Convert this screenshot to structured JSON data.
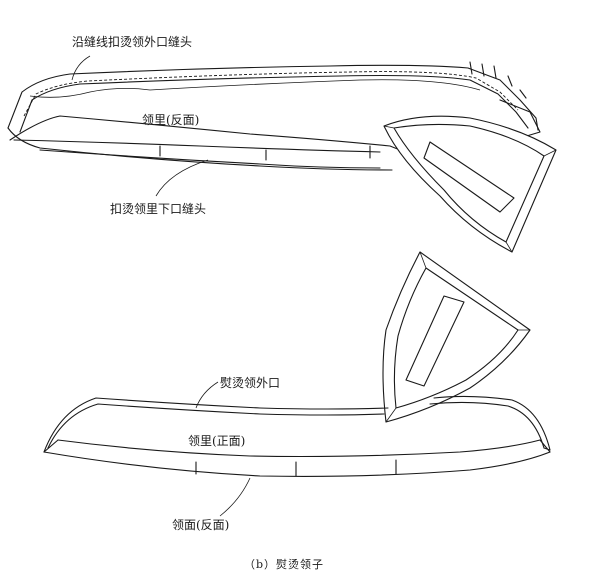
{
  "labels": {
    "top_outer_seam": "沿缝线扣烫领外口缝头",
    "top_under_collar": "领里(反面)",
    "top_lower_seam": "扣烫领里下口缝头",
    "bottom_outer_edge": "熨烫领外口",
    "bottom_under_collar": "领里(正面)",
    "bottom_upper_collar": "领面(反面)"
  },
  "caption": "（b）熨烫领子"
}
